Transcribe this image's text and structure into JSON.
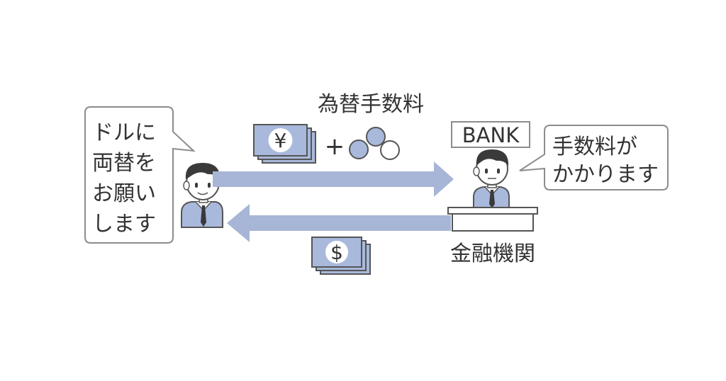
{
  "title": "為替手数料",
  "plus_sign": "+",
  "customer": {
    "speech_lines": [
      "ドルに",
      "両替を",
      "お願い",
      "します"
    ]
  },
  "bank": {
    "sign": "BANK",
    "speech_lines": [
      "手数料が",
      "かかります"
    ],
    "label": "金融機関"
  },
  "notes": {
    "yen_symbol": "¥",
    "dollar_symbol": "$"
  },
  "colors": {
    "arrow": "#a7b6d6",
    "accent_blue": "#a9b9dc",
    "line": "#555555",
    "bubble_border": "#8c8c8c",
    "hair": "#3a3a3a",
    "skin": "#ffffff"
  },
  "icons": [
    "customer-person-icon",
    "bank-clerk-icon",
    "yen-bills-icon",
    "dollar-bills-icon",
    "coins-icon",
    "bank-counter-icon"
  ]
}
